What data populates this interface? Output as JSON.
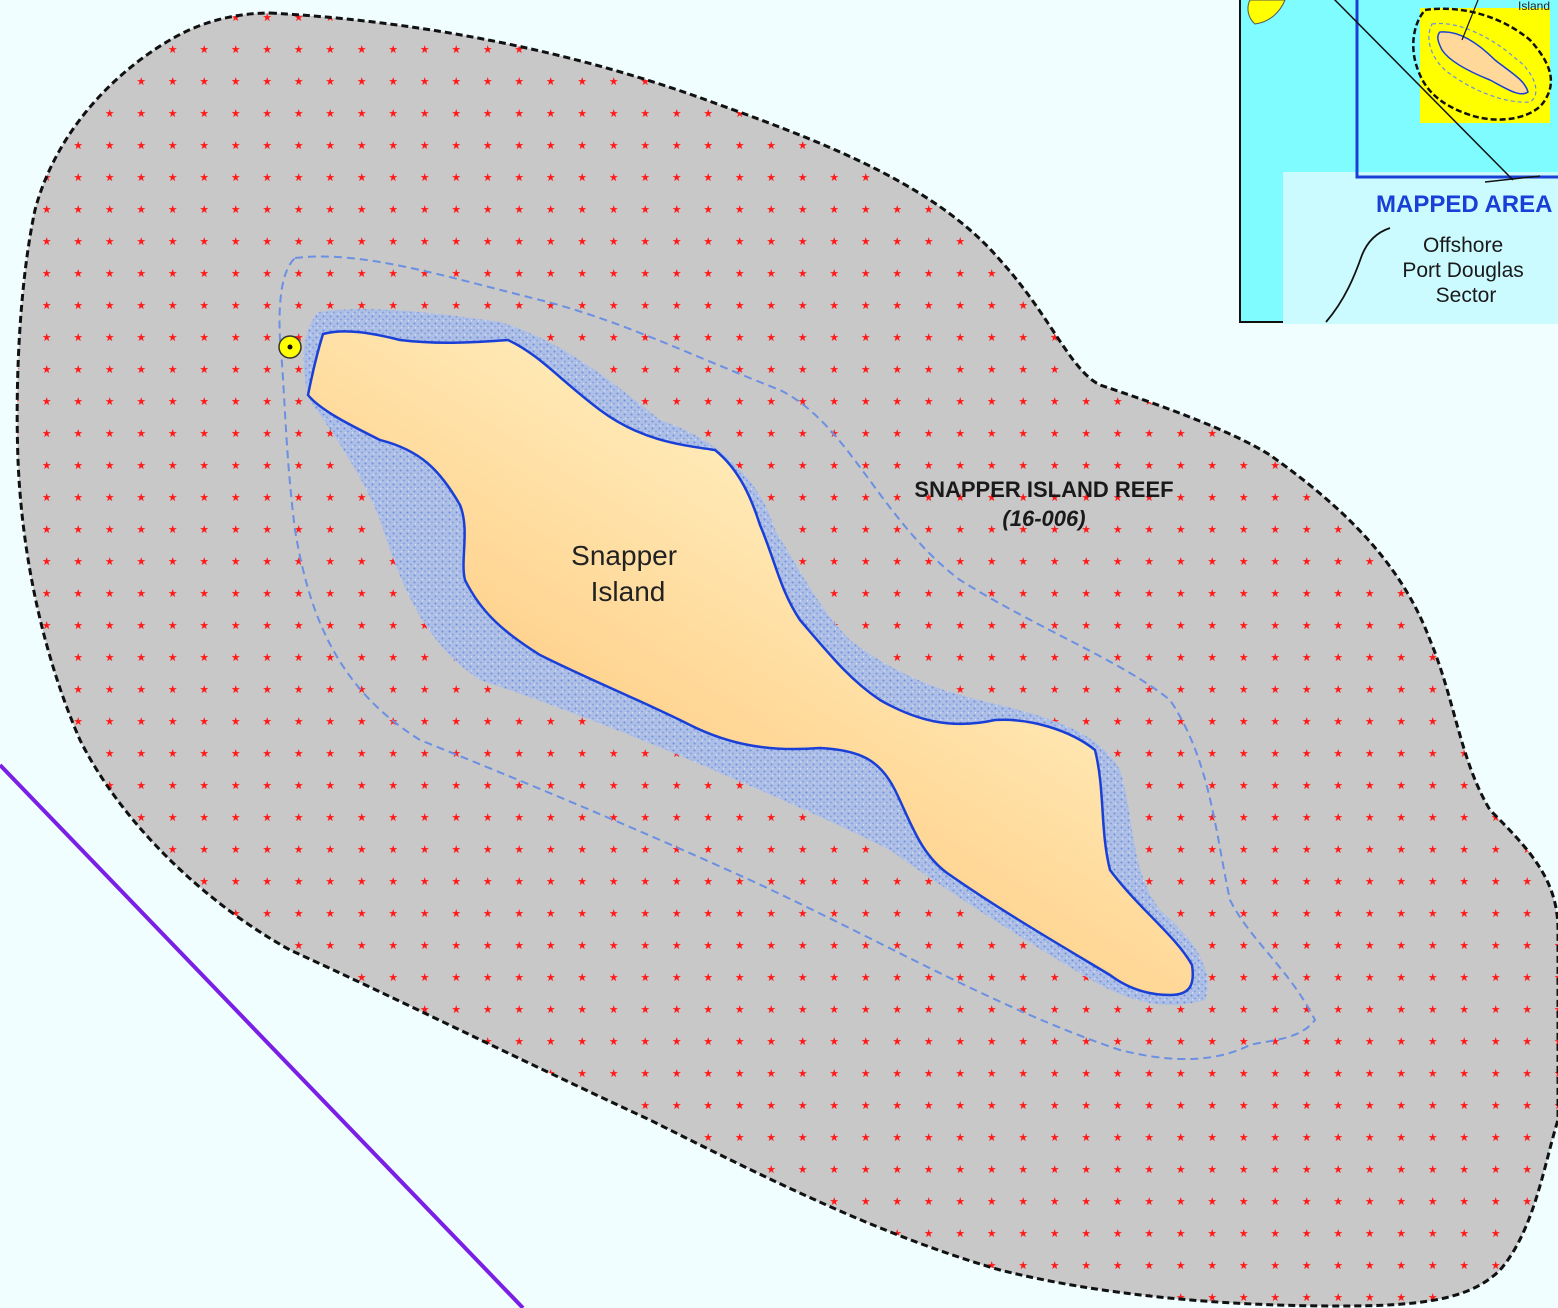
{
  "map": {
    "reef_name": "SNAPPER ISLAND REEF",
    "reef_code": "(16-006)",
    "island_line1": "Snapper",
    "island_line2": "Island"
  },
  "inset": {
    "island_label": "Island",
    "mapped_area_label": "MAPPED AREA",
    "sector_line1": "Offshore",
    "sector_line2": "Port Douglas",
    "sector_line3": "Sector"
  },
  "colors": {
    "sea": "#f0feff",
    "reef_fill": "#c8c8c8",
    "reef_star": "#ff1a1a",
    "island_light": "#fff6cc",
    "island_dark": "#ffcf88",
    "fringe_reef": "#8fa9e6",
    "zone_boundary": "#6b8fe3",
    "boundary_line": "#7a1fe6",
    "inset_sea": "#7ffcff",
    "inset_land": "#ffff00",
    "inset_frame": "#1a3fd6",
    "inset_sector_bg": "#ccfbff"
  },
  "icons": {
    "site_marker": "yellow-circle-dot-icon"
  }
}
